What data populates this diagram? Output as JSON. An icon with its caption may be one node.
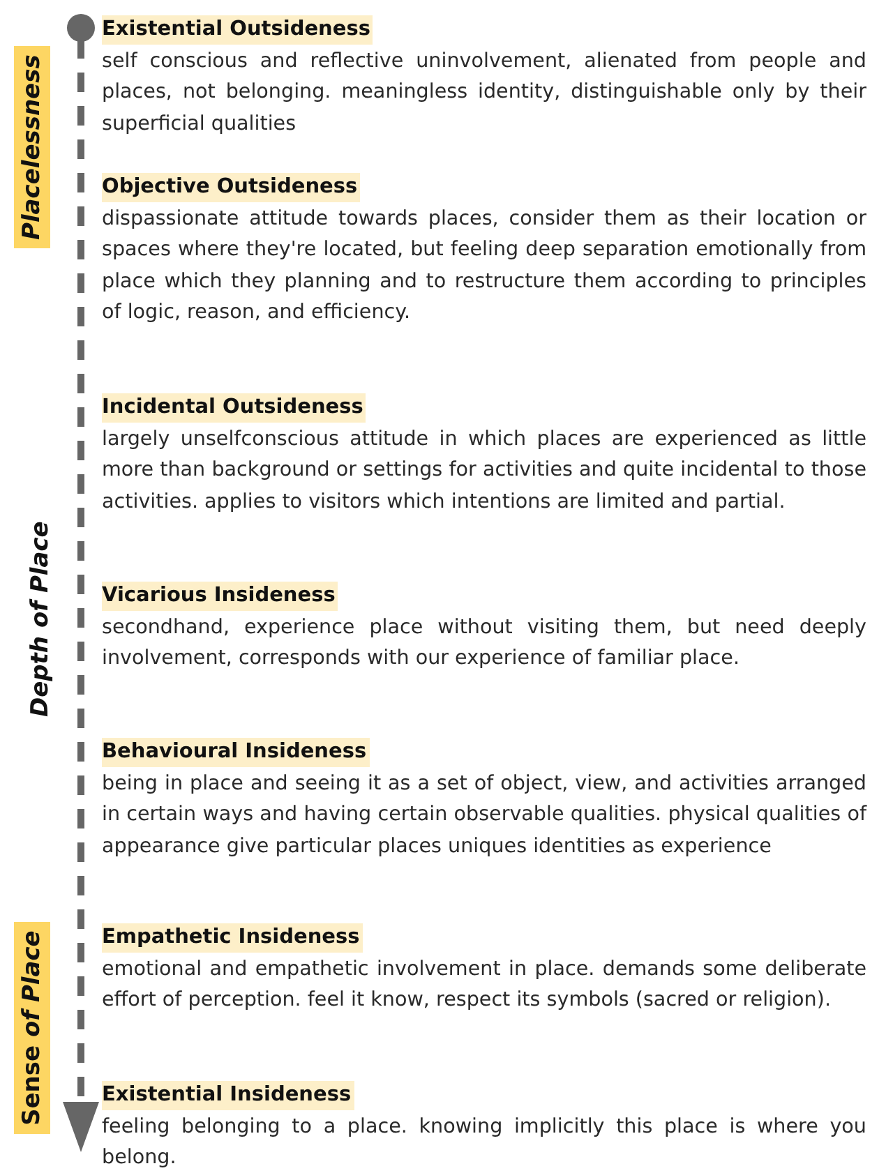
{
  "diagram": {
    "labels": [
      "Placelessness",
      "Depth of Place",
      "Sense *of Place*",
      "Existential Outsideness",
      "self conscious and reflective uninvolvement, alienated from people and places, not belonging. meaningless identity, distinguishable only by their superficial qualities",
      "Objective Outsideness",
      "dispassionate attitude towards places, consider them as their location or spaces where they're located, but feeling deep separation emotionally from place which  they planning and to restructure them according to principles of logic, reason, and efficiency.",
      "Incidental Outsideness",
      "largely unselfconscious attitude in which places are experienced as little more than background or settings for activities and quite incidental to those activities. applies to visitors which intentions are limited and partial.",
      "Vicarious Insideness",
      "secondhand, experience place without visiting them, but need deeply involvement, corresponds with our experience of familiar place.",
      "Behavioural Insideness",
      "being in place and seeing it as a set of object, view, and activities arranged in certain ways and having certain observable qualities. physical qualities of appearance give particular places uniques identities as experience",
      "Empathetic Insideness",
      "emotional and empathetic involvement in place. demands some deliberate effort of perception. feel it know, respect its symbols (sacred or religion).",
      "Existential Insideness",
      "feeling belonging to a place. knowing implicitly this place is where you belong."
    ]
  }
}
